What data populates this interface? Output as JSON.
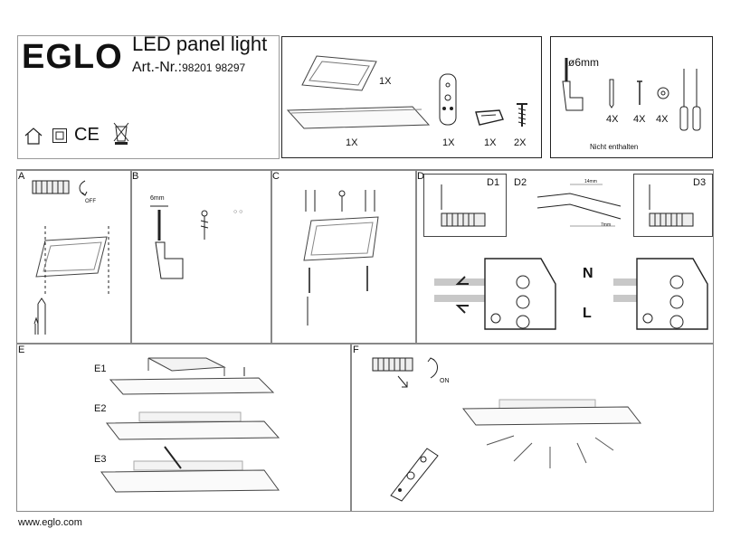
{
  "header": {
    "brand": "EGLO",
    "title": "LED panel light",
    "art_label": "Art.-Nr.:",
    "art_numbers": "98201  98297"
  },
  "parts": {
    "panel_frame_qty": "1X",
    "panel_qty": "1X",
    "remote_qty": "1X",
    "bracket_qty": "1X",
    "screw_qty": "2X"
  },
  "tools": {
    "drill_size": "ø6mm",
    "dowel_qty": "4X",
    "screw_qty": "4X",
    "washer_qty": "4X",
    "not_included": "Nicht enthalten"
  },
  "steps": {
    "a": "A",
    "b": "B",
    "c": "C",
    "d": "D",
    "e": "E",
    "f": "F",
    "d1": "D1",
    "d2": "D2",
    "d3": "D3",
    "e1": "E1",
    "e2": "E2",
    "e3": "E3",
    "off_label": "OFF",
    "on_label": "ON",
    "drill_mm": "6mm",
    "strip_14": "14mm",
    "strip_7": "7mm",
    "n_label": "N",
    "l_label": "L"
  },
  "footer": {
    "website": "www.eglo.com"
  }
}
